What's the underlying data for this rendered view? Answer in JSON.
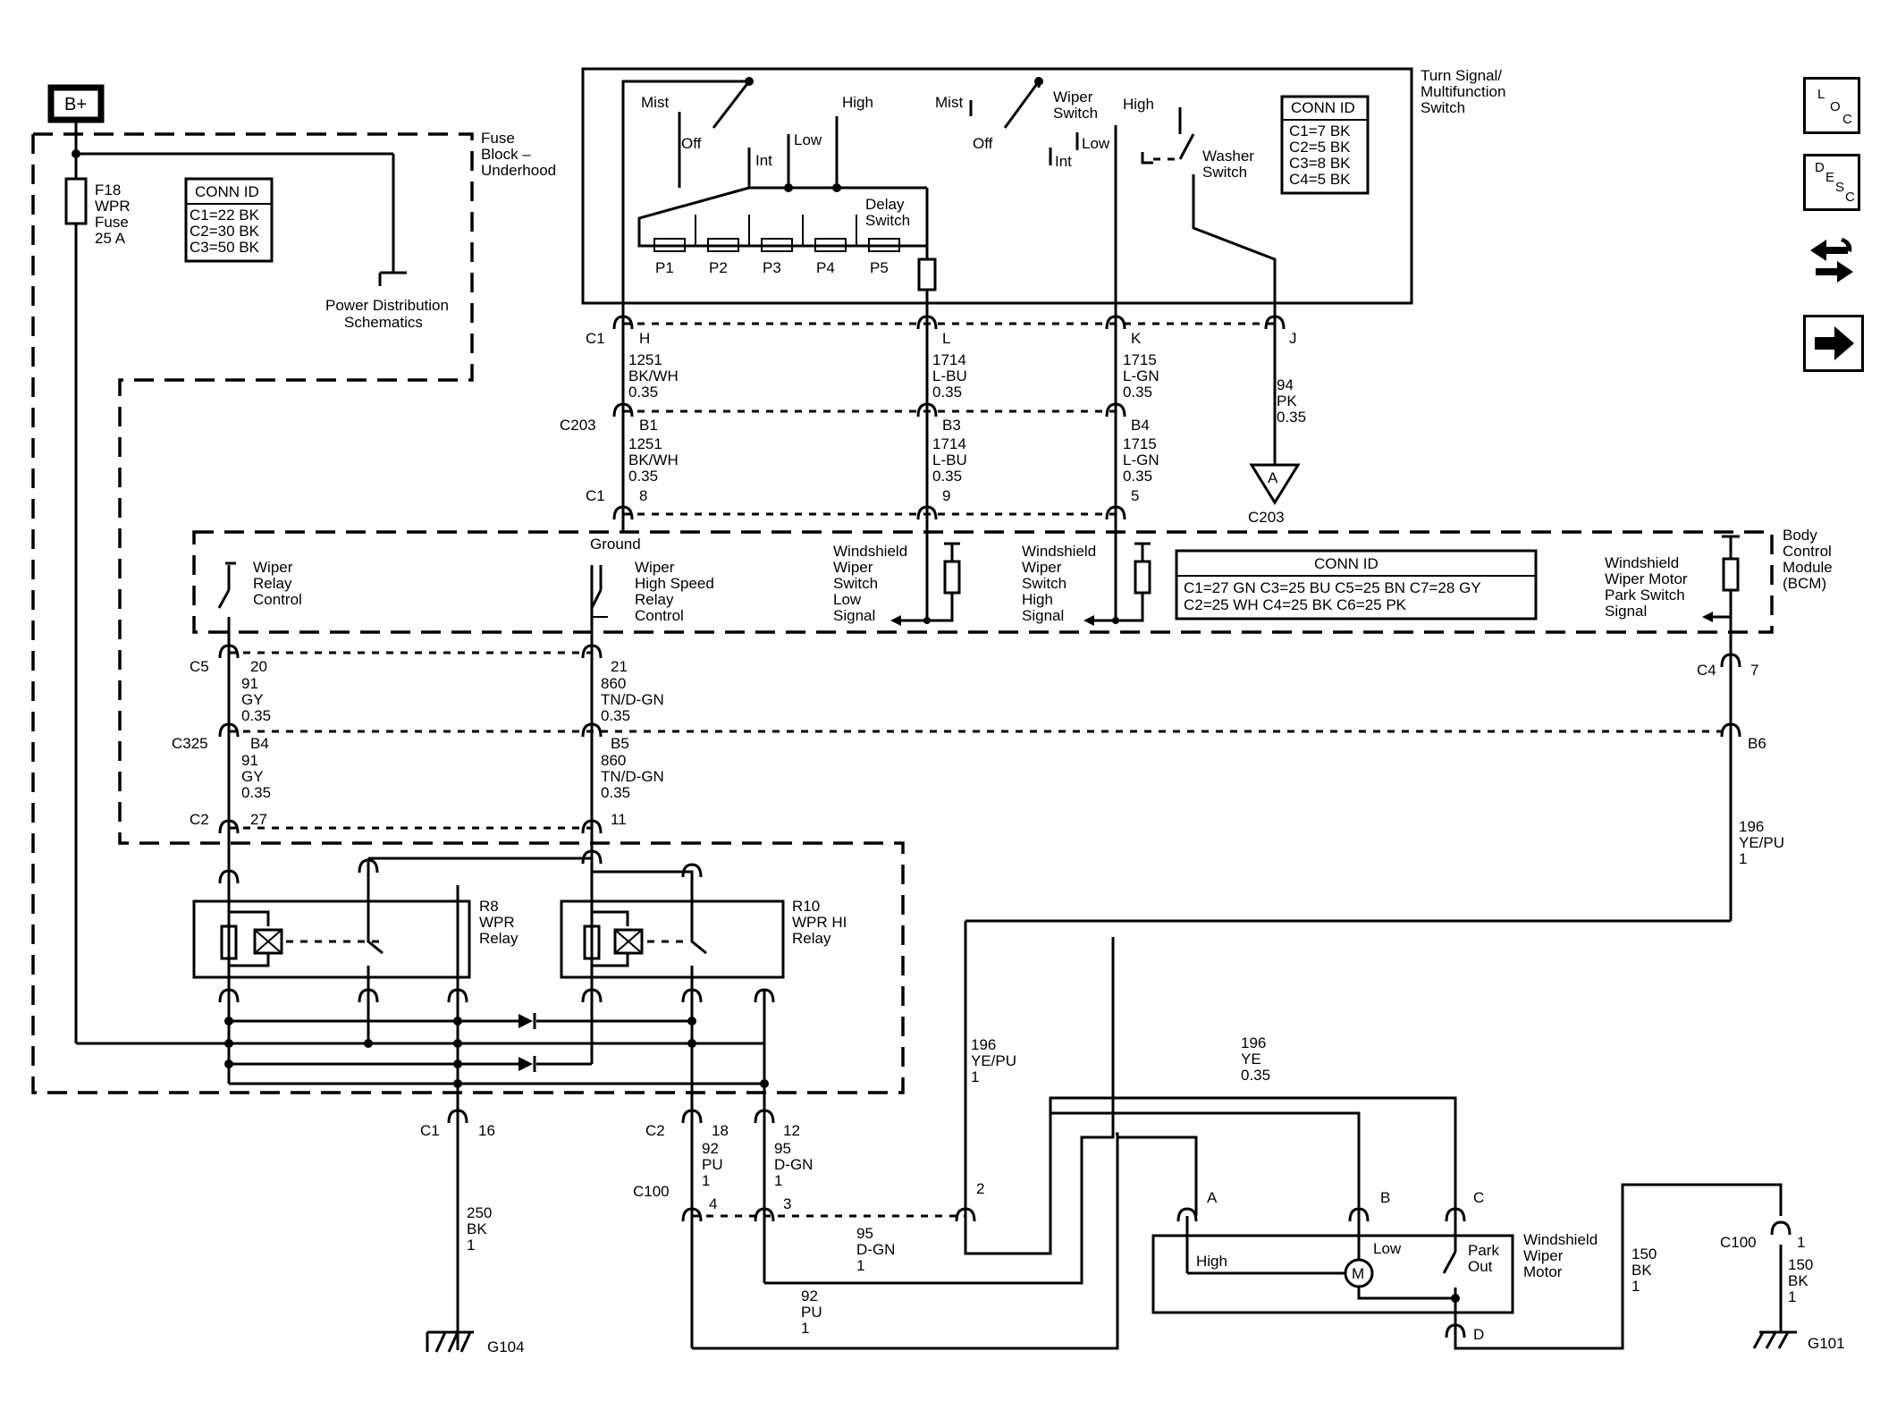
{
  "power": {
    "b_plus": "B+"
  },
  "fuse_block": {
    "title_lines": [
      "Fuse",
      "Block –",
      "Underhood"
    ],
    "fuse_lines": [
      "F18",
      "WPR",
      "Fuse",
      "25 A"
    ],
    "conn_id_title": "CONN ID",
    "conn_id_lines": [
      "C1=22 BK",
      "C2=30 BK",
      "C3=50 BK"
    ],
    "power_dist_lines": [
      "Power Distribution",
      "Schematics"
    ]
  },
  "switch": {
    "title_lines": [
      "Turn Signal/",
      "Multifunction",
      "Switch"
    ],
    "conn_id_title": "CONN ID",
    "conn_id_lines": [
      "C1=7 BK",
      "C2=5 BK",
      "C3=8 BK",
      "C4=5 BK"
    ],
    "mist": "Mist",
    "off": "Off",
    "int": "Int",
    "low": "Low",
    "high": "High",
    "delay_lines": [
      "Delay",
      "Switch"
    ],
    "pots": [
      "P1",
      "P2",
      "P3",
      "P4",
      "P5"
    ],
    "mist2": "Mist",
    "off2": "Off",
    "wiper_switch_lines": [
      "Wiper",
      "Switch"
    ],
    "high2": "High",
    "int2": "Int",
    "low2": "Low",
    "washer_lines": [
      "Washer",
      "Switch"
    ]
  },
  "upper_circuits": {
    "c1": "C1",
    "c203": "C203",
    "h": "H",
    "l": "L",
    "k": "K",
    "j": "J",
    "b1": "B1",
    "b3": "B3",
    "b4": "B4",
    "w1251": [
      "1251",
      "BK/WH",
      "0.35"
    ],
    "w1714": [
      "1714",
      "L-BU",
      "0.35"
    ],
    "w1715": [
      "1715",
      "L-GN",
      "0.35"
    ],
    "w94": [
      "94",
      "PK",
      "0.35"
    ],
    "pin8": "8",
    "pin9": "9",
    "pin5": "5",
    "triangle": "A",
    "c203b": "C203"
  },
  "bcm": {
    "title_lines": [
      "Body",
      "Control",
      "Module",
      "(BCM)"
    ],
    "ground": "Ground",
    "wiper_relay_lines": [
      "Wiper",
      "Relay",
      "Control"
    ],
    "hs_relay_lines": [
      "Wiper",
      "High Speed",
      "Relay",
      "Control"
    ],
    "low_signal_lines": [
      "Windshield",
      "Wiper",
      "Switch",
      "Low",
      "Signal"
    ],
    "high_signal_lines": [
      "Windshield",
      "Wiper",
      "Switch",
      "High",
      "Signal"
    ],
    "conn_id_title": "CONN ID",
    "conn_id_lines": [
      "C1=27 GN  C3=25 BU  C5=25 BN  C7=28 GY",
      "C2=25 WH  C4=25 BK  C6=25 PK"
    ],
    "park_lines": [
      "Windshield",
      "Wiper Motor",
      "Park Switch",
      "Signal"
    ]
  },
  "mid_circuits": {
    "c5": "C5",
    "pin20": "20",
    "pin21": "21",
    "w91": [
      "91",
      "GY",
      "0.35"
    ],
    "w860": [
      "860",
      "TN/D-GN",
      "0.35"
    ],
    "c325": "C325",
    "b4": "B4",
    "b5": "B5",
    "b6": "B6",
    "c2": "C2",
    "pin27": "27",
    "pin11": "11",
    "c4": "C4",
    "pin7": "7",
    "w196a": [
      "196",
      "YE/PU",
      "1"
    ]
  },
  "relays": {
    "r8_lines": [
      "R8",
      "WPR",
      "Relay"
    ],
    "r10_lines": [
      "R10",
      "WPR HI",
      "Relay"
    ]
  },
  "lower_circuits": {
    "c1": "C1",
    "pin16": "16",
    "w250": [
      "250",
      "BK",
      "1"
    ],
    "g104": "G104",
    "c2": "C2",
    "pin18": "18",
    "pin12": "12",
    "w92": [
      "92",
      "PU",
      "1"
    ],
    "w95": [
      "95",
      "D-GN",
      "1"
    ],
    "c100": "C100",
    "pin4": "4",
    "pin3": "3",
    "pin2": "2",
    "w95b": [
      "95",
      "D-GN",
      "1"
    ],
    "w92b": [
      "92",
      "PU",
      "1"
    ],
    "w196b": [
      "196",
      "YE/PU",
      "1"
    ],
    "w196c": [
      "196",
      "YE",
      "0.35"
    ],
    "w150a": [
      "150",
      "BK",
      "1"
    ],
    "w150b": [
      "150",
      "BK",
      "1"
    ],
    "c100b": "C100",
    "pin1": "1",
    "g101": "G101"
  },
  "motor": {
    "a": "A",
    "b": "B",
    "c": "C",
    "d": "D",
    "high": "High",
    "low": "Low",
    "m": "M",
    "park_out": [
      "Park",
      "Out"
    ],
    "title_lines": [
      "Windshield",
      "Wiper",
      "Motor"
    ]
  },
  "nav": {
    "loc": [
      "L",
      "O",
      "C"
    ],
    "desc": [
      "D",
      "E",
      "S",
      "C"
    ]
  }
}
